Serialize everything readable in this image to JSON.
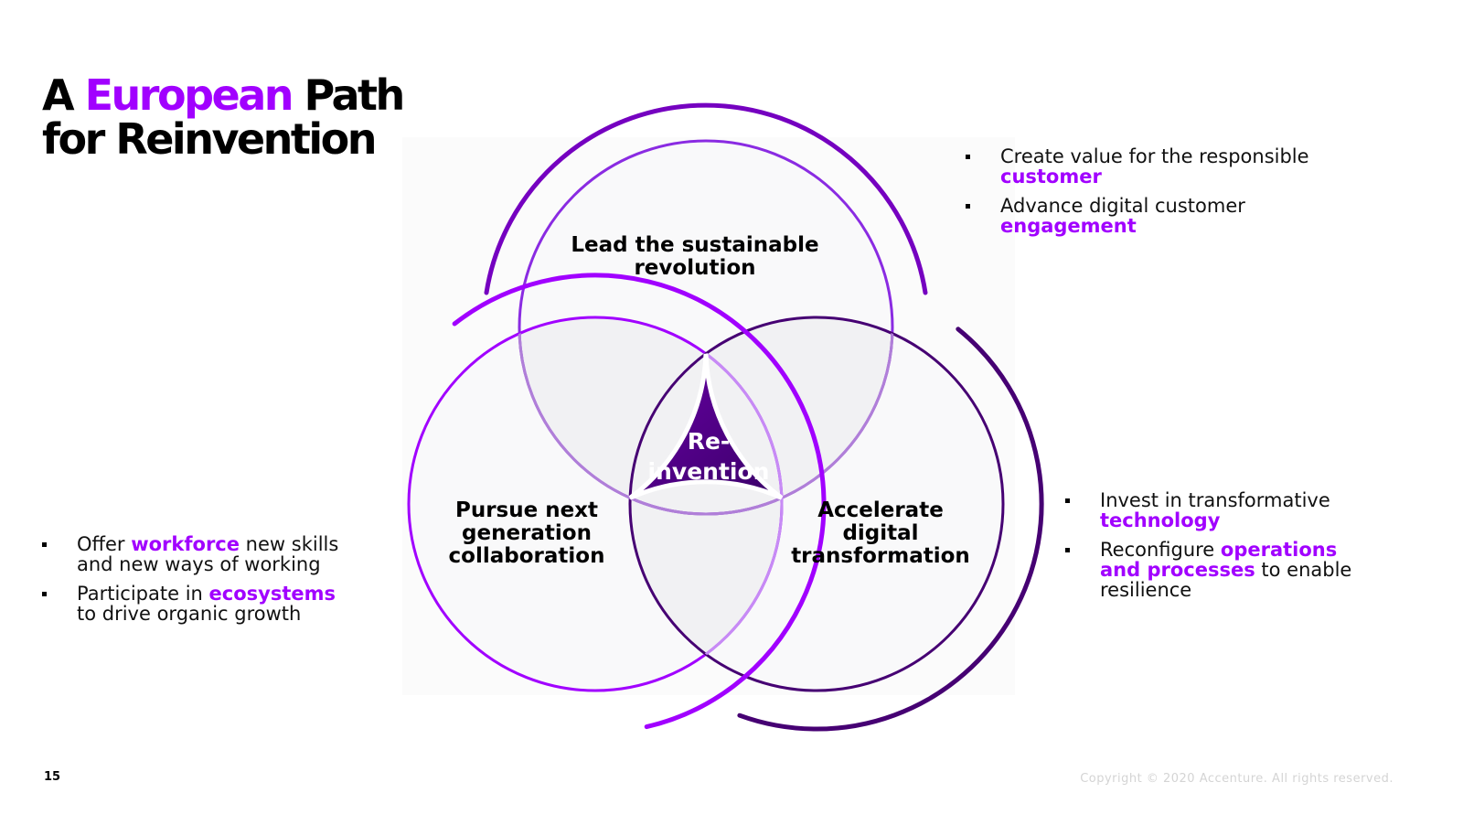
{
  "title": {
    "prefix": "A",
    "accent": "European",
    "suffix_line1": "Path",
    "line2": "for Reinvention"
  },
  "colors": {
    "accent": "#a100ff",
    "dark_purple": "#460073",
    "mid_purple": "#7500c0",
    "circle_fill": "#f9f9fa",
    "text": "#000000",
    "copyright": "#d4d4d4"
  },
  "diagram": {
    "circles": [
      {
        "id": "top",
        "label": "Lead the sustainable revolution",
        "label_lines": [
          "Lead the sustainable",
          "revolution"
        ]
      },
      {
        "id": "left",
        "label": "Pursue next generation collaboration",
        "label_lines": [
          "Pursue next",
          "generation",
          "collaboration"
        ]
      },
      {
        "id": "right",
        "label": "Accelerate digital transformation",
        "label_lines": [
          "Accelerate",
          "digital",
          "transformation"
        ]
      }
    ],
    "center": {
      "label": "Re-invention",
      "label_lines": [
        "Re-",
        "invention"
      ]
    }
  },
  "bullets": {
    "top_right": [
      {
        "text_before": "Create value for the responsible ",
        "highlight": "customer",
        "text_after": ""
      },
      {
        "text_before": "Advance digital customer ",
        "highlight": "engagement",
        "text_after": ""
      }
    ],
    "bottom_right": [
      {
        "text_before": "Invest in transformative ",
        "highlight": "technology",
        "text_after": ""
      },
      {
        "text_before": "Reconfigure ",
        "highlight": "operations and processes",
        "text_after": " to enable resilience"
      }
    ],
    "left": [
      {
        "text_before": "Offer ",
        "highlight": "workforce",
        "text_after": " new skills and new ways of working"
      },
      {
        "text_before": "Participate in ",
        "highlight": "ecosystems",
        "text_after": " to drive organic growth"
      }
    ]
  },
  "footer": {
    "page_number": "15",
    "copyright": "Copyright © 2020 Accenture. All rights reserved."
  }
}
